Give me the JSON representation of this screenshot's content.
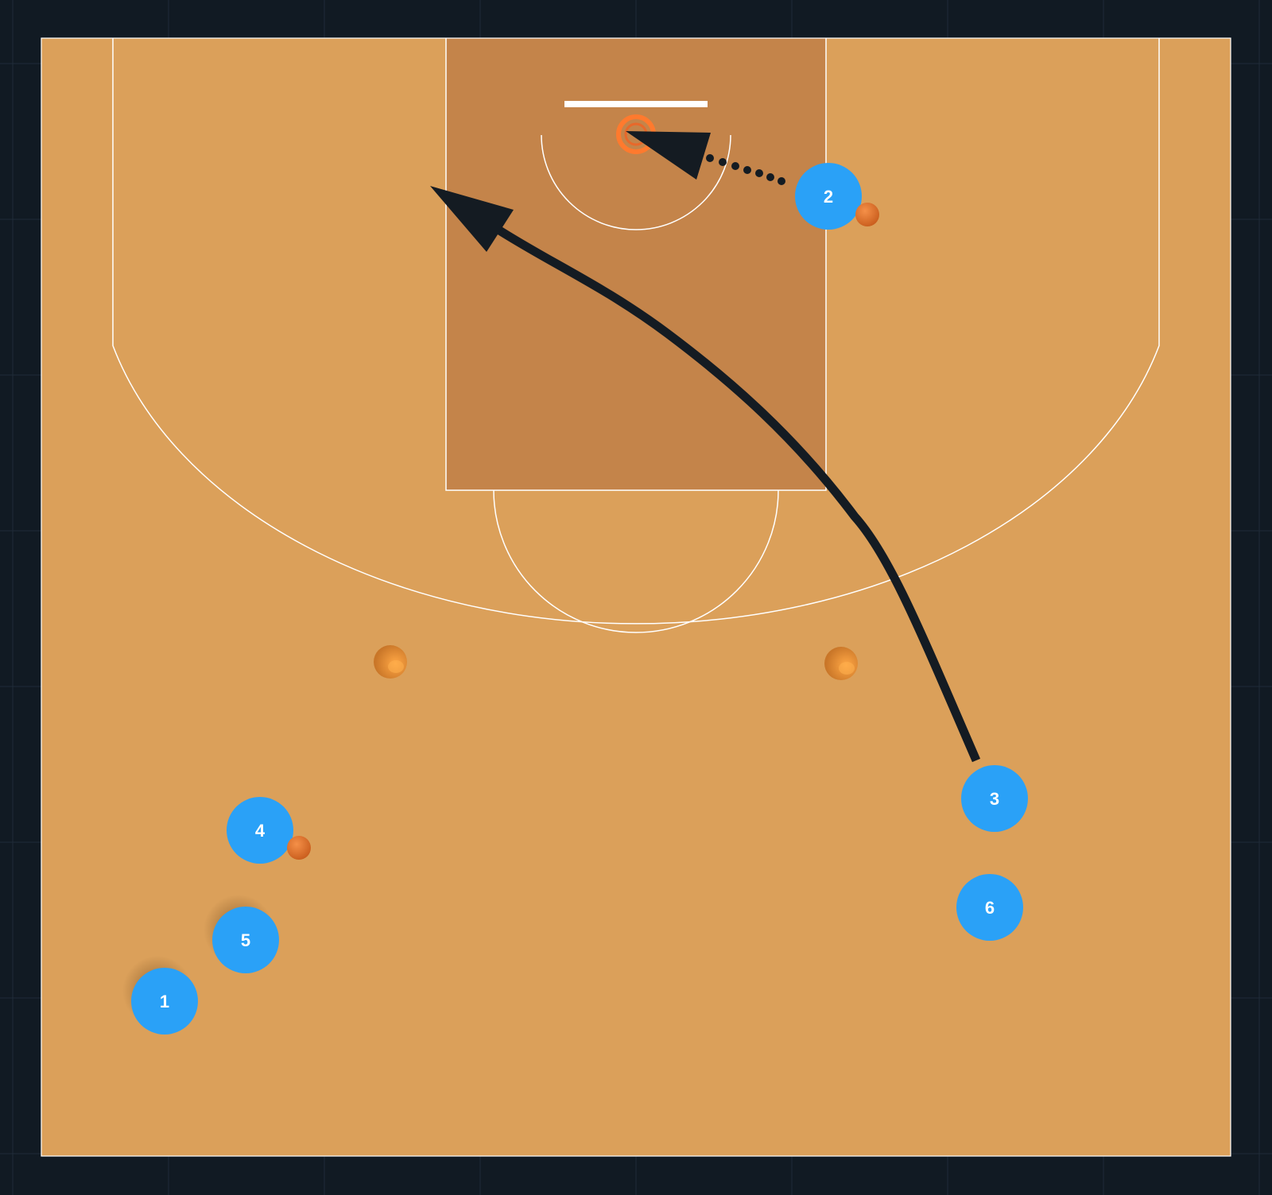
{
  "diagram": {
    "colors": {
      "background": "#111a23",
      "grid_line": "#1f2b38",
      "court": "#dba05a",
      "paint": "#c4844a",
      "court_line": "#ffffff",
      "backboard": "#ffffff",
      "rim": "#ff7a2e",
      "player": "#2aa1f7",
      "player_text": "#ffffff",
      "ball": "#e8742a",
      "cone": "#ff9a36",
      "action_line": "#141b22"
    },
    "players": [
      {
        "label": "1",
        "has_ball": false
      },
      {
        "label": "2",
        "has_ball": true
      },
      {
        "label": "3",
        "has_ball": false
      },
      {
        "label": "4",
        "has_ball": true
      },
      {
        "label": "5",
        "has_ball": false
      },
      {
        "label": "6",
        "has_ball": false
      }
    ],
    "actions": [
      {
        "type": "cut",
        "style": "solid-curved-arrow",
        "from_player": "3",
        "to": "left low post"
      },
      {
        "type": "shot",
        "style": "dotted-arrow",
        "from_player": "2",
        "to": "basket"
      }
    ],
    "cones": 2
  }
}
